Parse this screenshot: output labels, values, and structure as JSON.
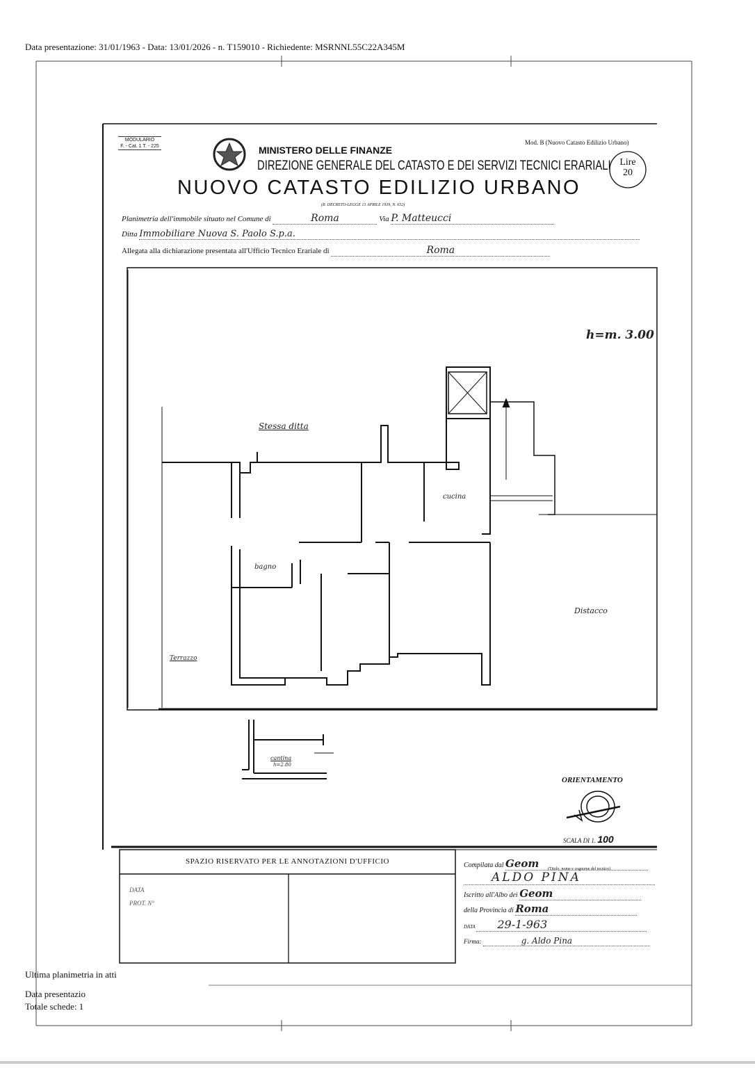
{
  "header_line": "Data presentazione: 31/01/1963 - Data: 13/01/2026 - n. T159010 - Richiedente: MSRNNL55C22A345M",
  "form": {
    "modulario": "MODULARIO",
    "modulario_code": "F. - Cat. 1 T. - 225",
    "mod_b": "Mod. B (Nuovo Catasto Edilizio Urbano)",
    "ministry": "MINISTERO DELLE FINANZE",
    "direction": "DIREZIONE GENERALE DEL CATASTO E DEI SERVIZI TECNICI ERARIALI",
    "title": "NUOVO CATASTO EDILIZIO URBANO",
    "decree": "(R. DECRETO-LEGGE 13 APRILE 1939, N. 652)",
    "stamp_line1": "Lire",
    "stamp_line2": "20",
    "planimetria_label": "Planimetria dell'immobile situato nel Comune di",
    "comune": "Roma",
    "via_label": "Via",
    "via": "P. Matteucci",
    "ditta_label": "Ditta",
    "ditta": "Immobiliare Nuova S. Paolo S.p.a.",
    "allegata_label": "Allegata alla dichiarazione presentata all'Ufficio Tecnico Erariale di",
    "ufficio": "Roma"
  },
  "plan": {
    "height_note": "h=m. 3.00",
    "labels": {
      "stessa_ditta": "Stessa ditta",
      "cucina": "cucina",
      "bagno": "bagno",
      "distacco": "Distacco",
      "terrazzo": "Terrazzo",
      "cantina": "cantina",
      "cantina_height": "h=2.80"
    },
    "orientamento": "ORIENTAMENTO",
    "scala_label": "SCALA DI 1.",
    "scala_value": "100"
  },
  "office": {
    "title": "SPAZIO RISERVATO PER LE ANNOTAZIONI D'UFFICIO",
    "data_label": "DATA",
    "prot_label": "PROT. N°"
  },
  "compiler": {
    "compilata_label": "Compilata dal",
    "compilata_value": "Geom",
    "titolo_note": "(Titolo, nome e cognome del tecnico)",
    "name": "ALDO PINA",
    "iscritto_label": "Iscritto all'Albo dei",
    "iscritto_value": "Geom",
    "provincia_label": "della Provincia di",
    "provincia_value": "Roma",
    "data_label": "DATA",
    "data_value": "29-1-963",
    "firma_label": "Firma:",
    "firma_value": "g. Aldo Pina"
  },
  "footer": {
    "ultima": "Ultima planimetria in atti",
    "data_presentazione": "Data presentazio",
    "totale": "Totale schede: 1"
  }
}
